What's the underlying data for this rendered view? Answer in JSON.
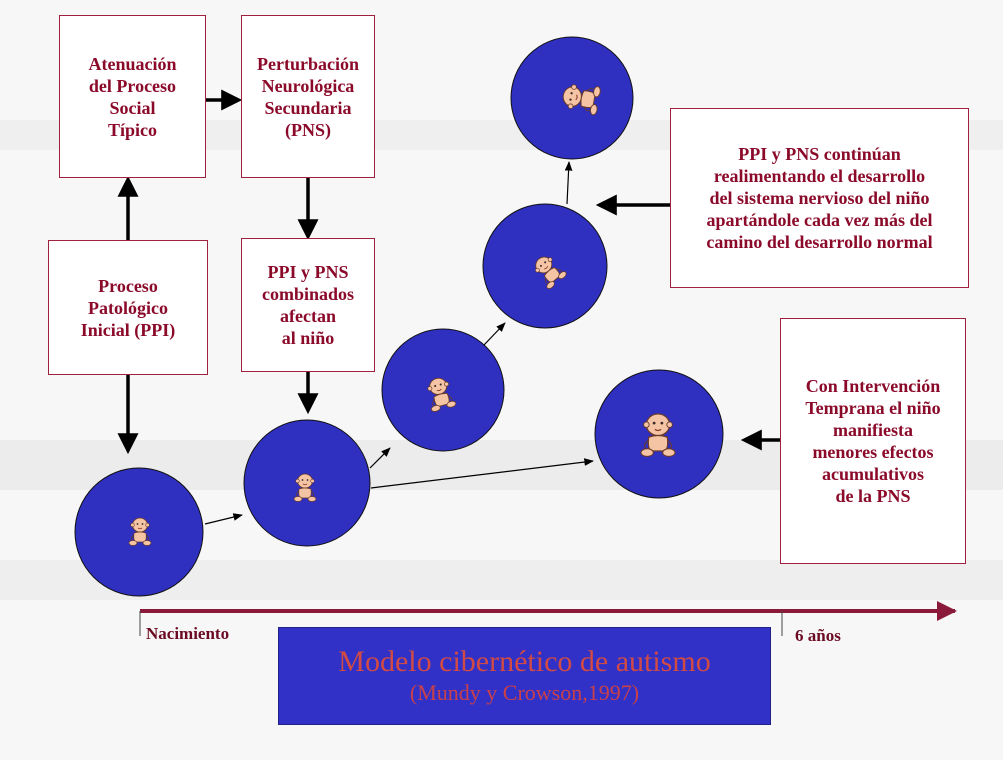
{
  "boxes": {
    "atenuacion": "Atenuación\ndel Proceso\nSocial\nTípico",
    "perturbacion": "Perturbación\nNeurológica\nSecundaria\n(PNS)",
    "proceso": "Proceso\nPatológico\nInicial (PPI)",
    "combinados": "PPI y PNS\ncombinados\nafectan\nal niño",
    "continuan": "PPI y PNS continúan\nrealimentando el desarrollo\ndel sistema nervioso del niño\napartándole cada vez más del\ncamino del desarrollo normal",
    "intervencion": "Con Intervención\nTemprana el niño\nmanifiesta\nmenores efectos\nacumulativos\nde la PNS"
  },
  "timeline": {
    "start_label": "Nacimiento",
    "end_label": "6 años"
  },
  "title": {
    "main": "Modelo cibernético de autismo",
    "sub": "(Mundy y Crowson,1997)"
  },
  "icons": {
    "baby": "baby-icon"
  },
  "colors": {
    "circle": "#2f2fc0",
    "box_border": "#a02040",
    "box_text": "#8b0a2a",
    "timeline": "#8b1a3a",
    "title_bg": "#3131c8",
    "title_text": "#d14a44"
  }
}
